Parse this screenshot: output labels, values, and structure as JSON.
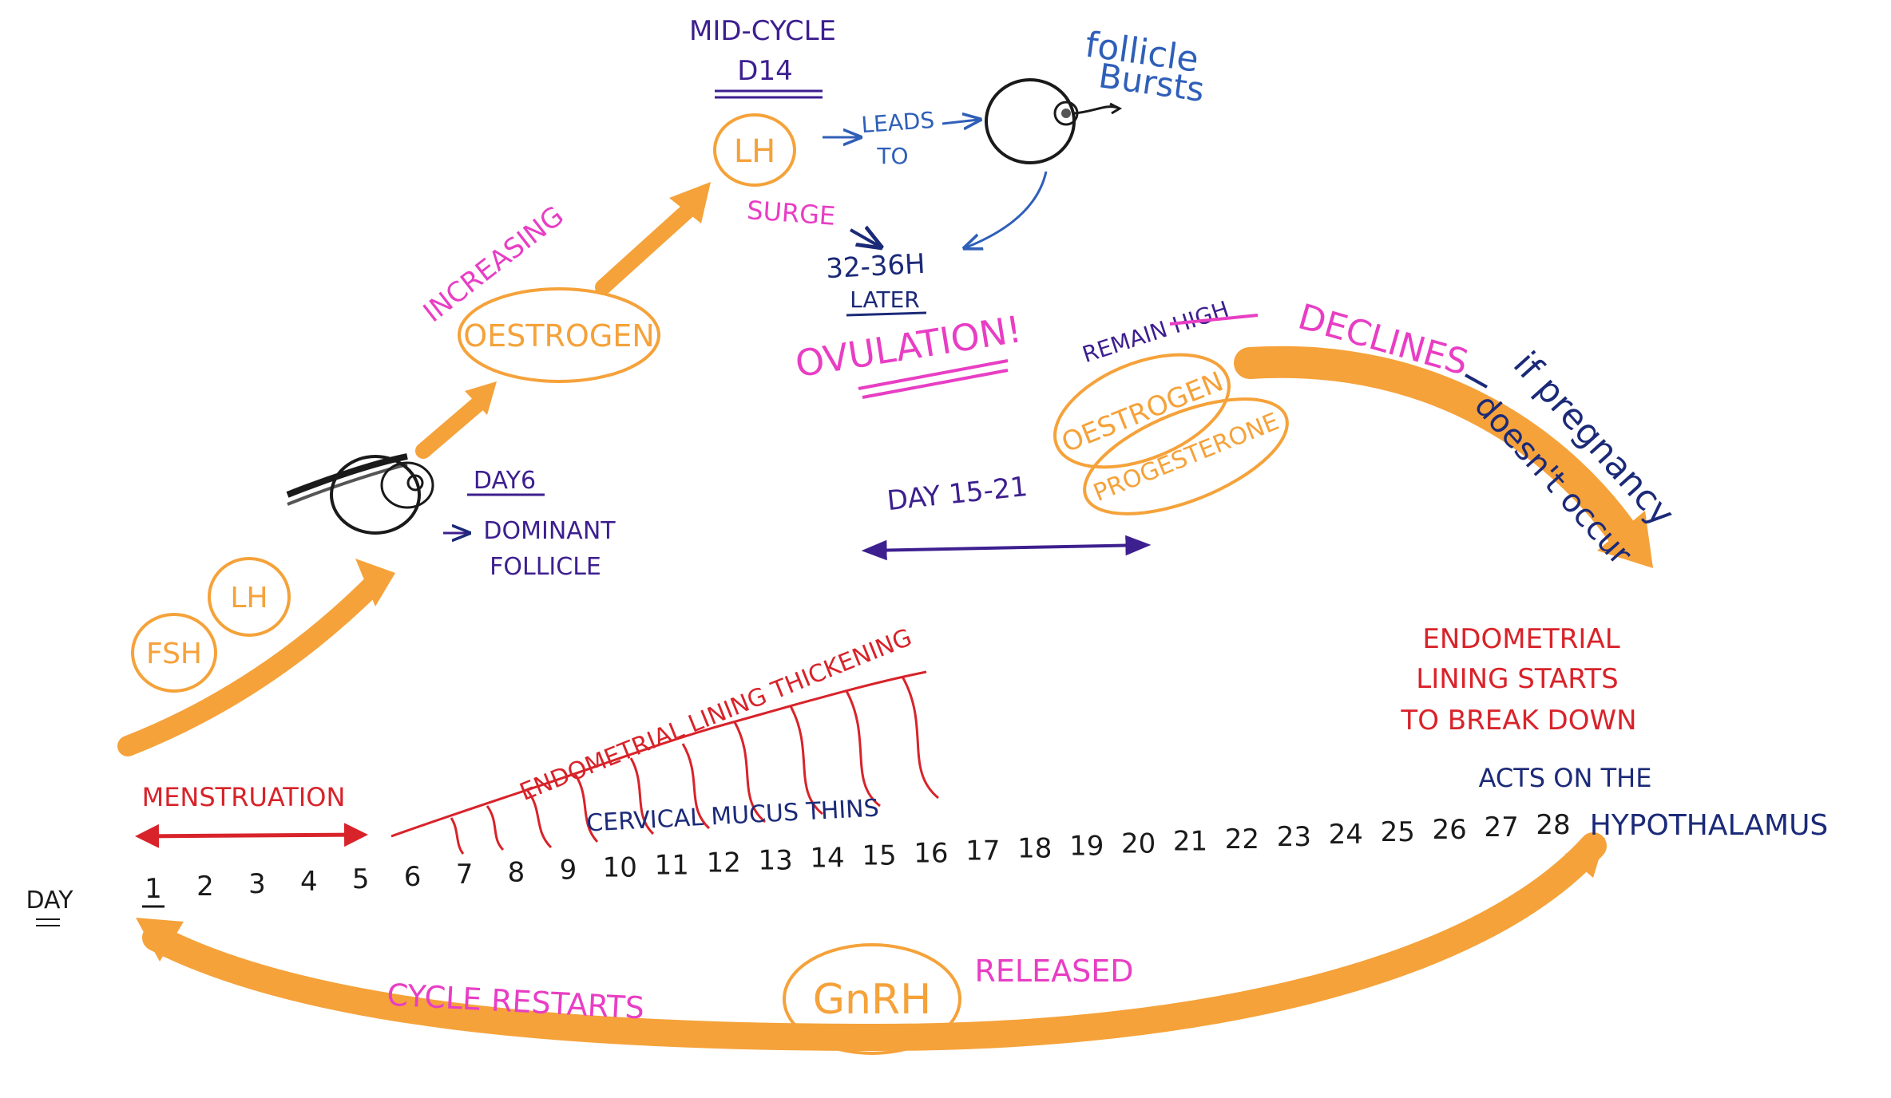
{
  "colors": {
    "orange": "#f5a23a",
    "orange_dark": "#f08c1e",
    "pink": "#e83ec4",
    "red": "#d8232a",
    "purple": "#3d1f8f",
    "navy": "#1b2a78",
    "blue": "#2f5fb8",
    "black": "#1a1a1a"
  },
  "texts": {
    "mid_cycle": "MID-CYCLE",
    "d14": "D14",
    "lh_top": "LH",
    "leads": "LEADS",
    "to": "TO",
    "follicle": "follicle",
    "bursts": "Bursts",
    "surge": "SURGE",
    "hours": "32-36H",
    "later": "LATER",
    "ovulation": "OVULATION!",
    "increasing": "INCREASING",
    "oestrogen_left": "OESTROGEN",
    "remain_high": "REMAIN HIGH",
    "oestrogen_right": "OESTROGEN",
    "progesterone": "PROGESTERONE",
    "declines": "DECLINES",
    "if_pregnancy": "if pregnancy",
    "doesnt_occur": "doesn't occur",
    "day6": "DAY6",
    "dominant": "DOMINANT",
    "follicle_lower": "FOLLICLE",
    "day15_21": "DAY 15-21",
    "fsh": "FSH",
    "lh_left": "LH",
    "endo_thick": "ENDOMETRIAL LINING THICKENING",
    "cervical": "CERVICAL MUCUS THINS",
    "menstruation": "MENSTRUATION",
    "endo_break_1": "ENDOMETRIAL",
    "endo_break_2": "LINING STARTS",
    "endo_break_3": "TO BREAK DOWN",
    "acts_1": "ACTS ON THE",
    "acts_2": "HYPOTHALAMUS",
    "day_label": "DAY",
    "gnrh": "GnRH",
    "released": "RELEASED",
    "cycle_restarts": "CYCLE RESTARTS"
  },
  "days": [
    "1",
    "2",
    "3",
    "4",
    "5",
    "6",
    "7",
    "8",
    "9",
    "10",
    "11",
    "12",
    "13",
    "14",
    "15",
    "16",
    "17",
    "18",
    "19",
    "20",
    "21",
    "22",
    "23",
    "24",
    "25",
    "26",
    "27",
    "28"
  ]
}
